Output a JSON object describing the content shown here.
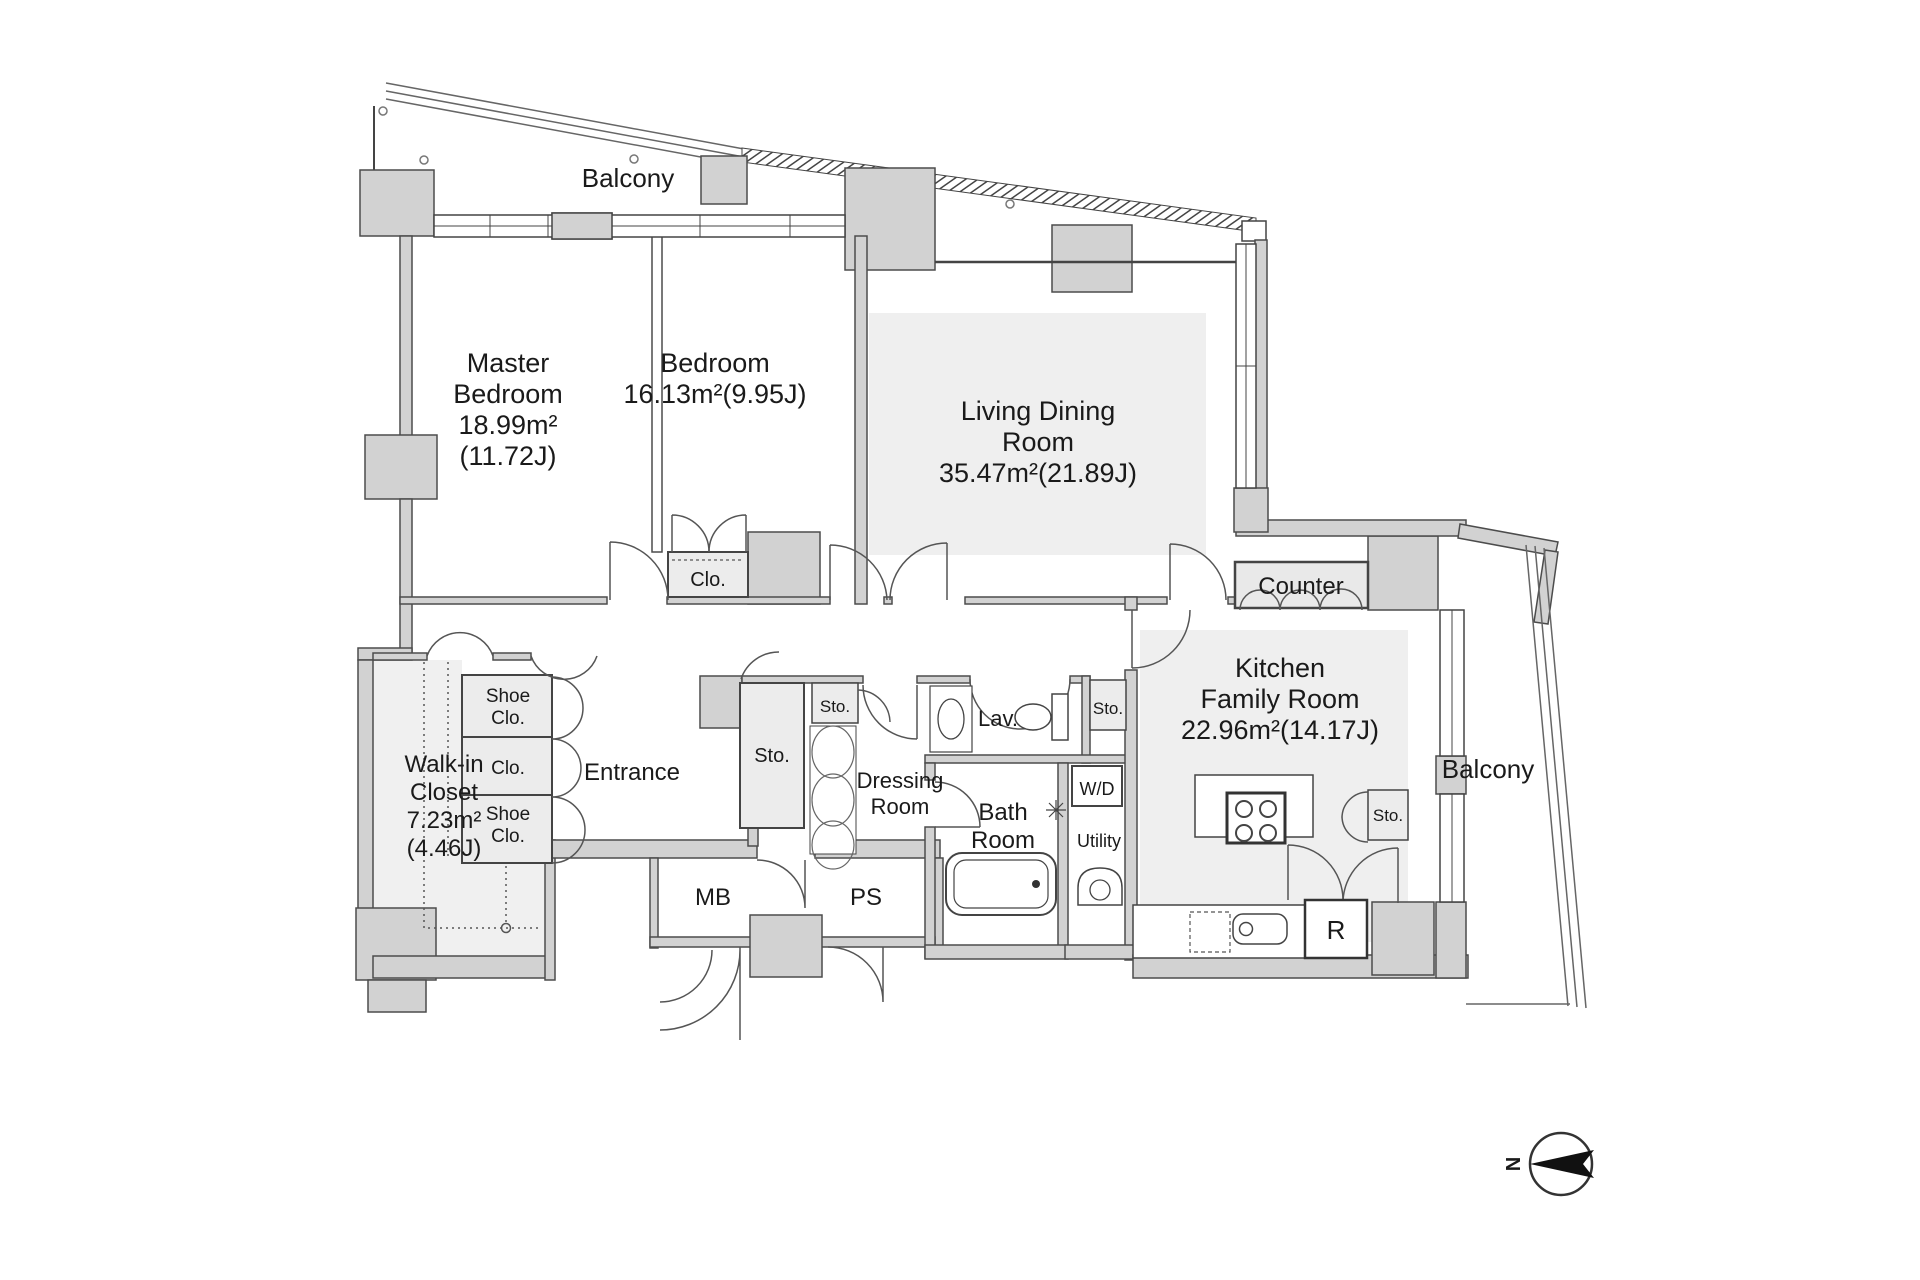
{
  "floorplan": {
    "balcony_top": "Balcony",
    "balcony_right": "Balcony",
    "compass_north": "N",
    "rooms": {
      "master_bedroom": {
        "name_lines": [
          "Master",
          "Bedroom"
        ],
        "area_m2": "18.99m²",
        "area_j": "(11.72J)"
      },
      "bedroom": {
        "name": "Bedroom",
        "area": "16.13m²(9.95J)"
      },
      "living_dining": {
        "name_lines": [
          "Living Dining",
          "Room"
        ],
        "area": "35.47m²(21.89J)"
      },
      "kitchen_family": {
        "name_lines": [
          "Kitchen",
          "Family Room"
        ],
        "area": "22.96m²(14.17J)"
      },
      "walk_in_closet": {
        "name_lines": [
          "Walk-in",
          "Closet"
        ],
        "area_m2": "7.23m²",
        "area_j": "(4.46J)"
      },
      "entrance": "Entrance",
      "dressing_room_lines": [
        "Dressing",
        "Room"
      ],
      "bath_room_lines": [
        "Bath",
        "Room"
      ],
      "lavatory": "Lav.",
      "utility": "Utility"
    },
    "fixtures": {
      "counter": "Counter",
      "washer_dryer": "W/D",
      "refrigerator": "R",
      "meter_box": "MB",
      "pipe_space": "PS",
      "storage_hall": "Sto.",
      "storage_small": "Sto.",
      "storage_lav": "Sto.",
      "storage_kitchen": "Sto.",
      "closet_bedroom": "Clo.",
      "closet_entrance": "Clo.",
      "shoe_closet_upper_lines": [
        "Shoe",
        "Clo."
      ],
      "shoe_closet_lower_lines": [
        "Shoe",
        "Clo."
      ]
    },
    "colors": {
      "wall_fill": "#d2d2d2",
      "wall_stroke": "#4c4c4c",
      "floor_shade": "#efefef",
      "text": "#1a1a1a"
    }
  }
}
